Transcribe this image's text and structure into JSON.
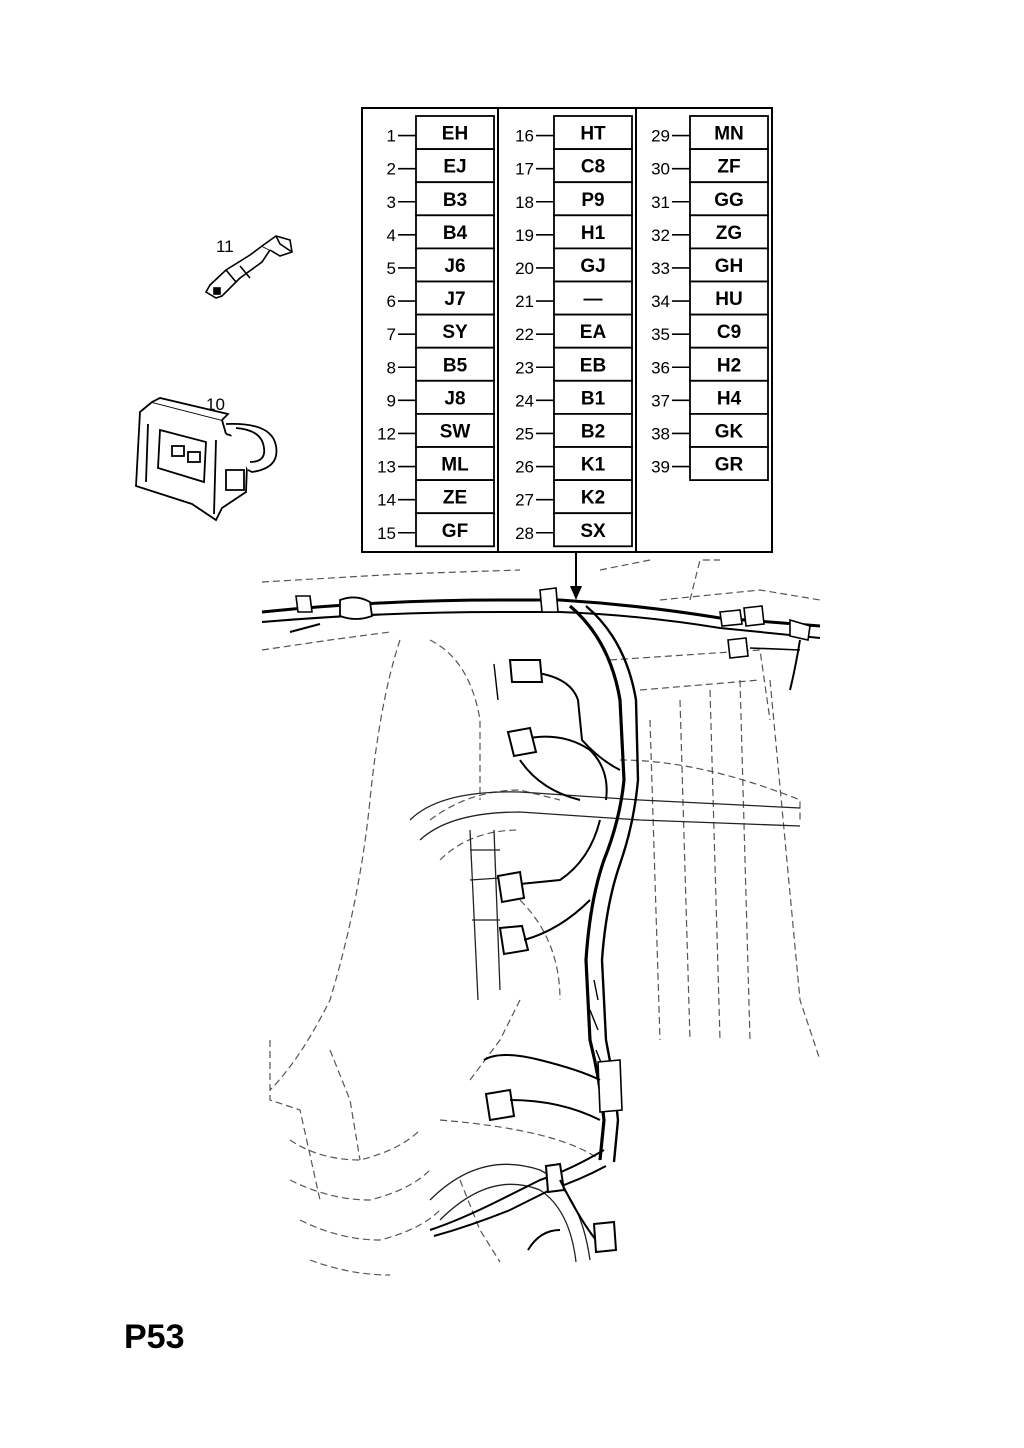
{
  "page_code": "P53",
  "callouts": {
    "terminal": "11",
    "connector_housing": "10"
  },
  "pin_table": {
    "columns": [
      {
        "pins": [
          {
            "pin": "1",
            "code": "EH"
          },
          {
            "pin": "2",
            "code": "EJ"
          },
          {
            "pin": "3",
            "code": "B3"
          },
          {
            "pin": "4",
            "code": "B4"
          },
          {
            "pin": "5",
            "code": "J6"
          },
          {
            "pin": "6",
            "code": "J7"
          },
          {
            "pin": "7",
            "code": "SY"
          },
          {
            "pin": "8",
            "code": "B5"
          },
          {
            "pin": "9",
            "code": "J8"
          },
          {
            "pin": "12",
            "code": "SW"
          },
          {
            "pin": "13",
            "code": "ML"
          },
          {
            "pin": "14",
            "code": "ZE"
          },
          {
            "pin": "15",
            "code": "GF"
          }
        ]
      },
      {
        "pins": [
          {
            "pin": "16",
            "code": "HT"
          },
          {
            "pin": "17",
            "code": "C8"
          },
          {
            "pin": "18",
            "code": "P9"
          },
          {
            "pin": "19",
            "code": "H1"
          },
          {
            "pin": "20",
            "code": "GJ"
          },
          {
            "pin": "21",
            "code": "—"
          },
          {
            "pin": "22",
            "code": "EA"
          },
          {
            "pin": "23",
            "code": "EB"
          },
          {
            "pin": "24",
            "code": "B1"
          },
          {
            "pin": "25",
            "code": "B2"
          },
          {
            "pin": "26",
            "code": "K1"
          },
          {
            "pin": "27",
            "code": "K2"
          },
          {
            "pin": "28",
            "code": "SX"
          }
        ]
      },
      {
        "pins": [
          {
            "pin": "29",
            "code": "MN"
          },
          {
            "pin": "30",
            "code": "ZF"
          },
          {
            "pin": "31",
            "code": "GG"
          },
          {
            "pin": "32",
            "code": "ZG"
          },
          {
            "pin": "33",
            "code": "GH"
          },
          {
            "pin": "34",
            "code": "HU"
          },
          {
            "pin": "35",
            "code": "C9"
          },
          {
            "pin": "36",
            "code": "H2"
          },
          {
            "pin": "37",
            "code": "H4"
          },
          {
            "pin": "38",
            "code": "GK"
          },
          {
            "pin": "39",
            "code": "GR"
          }
        ]
      }
    ]
  }
}
